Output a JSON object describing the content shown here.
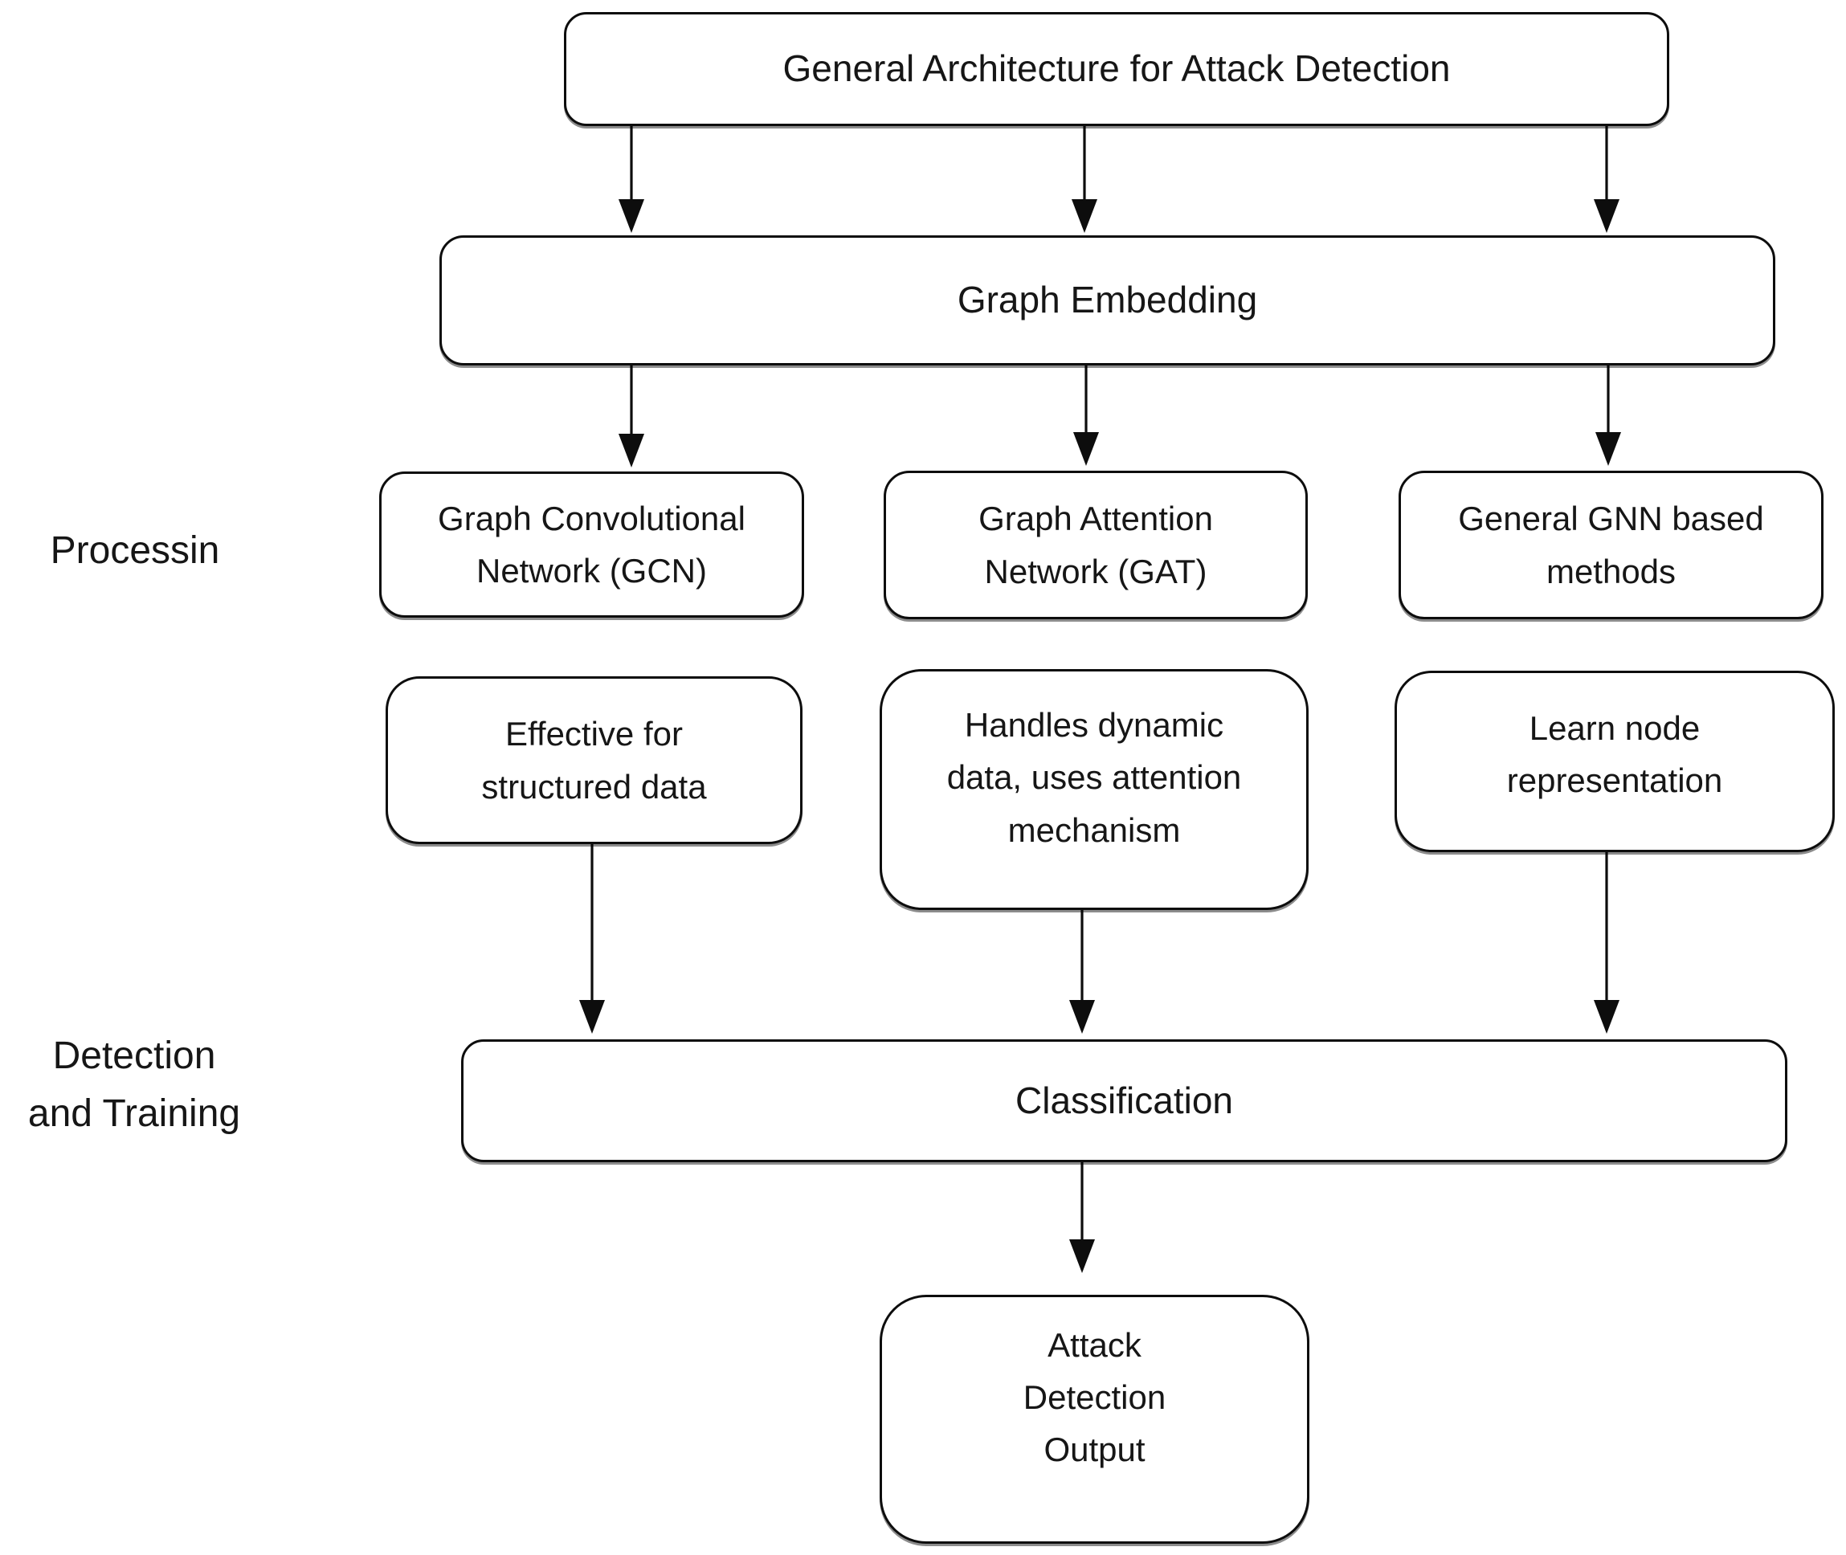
{
  "diagram": {
    "title": "General Architecture for Attack Detection",
    "stage_labels": {
      "processing": "Processin",
      "detection": "Detection\nand Training"
    },
    "nodes": {
      "architecture": "General Architecture for Attack Detection",
      "embedding": "Graph Embedding",
      "gcn": "Graph Convolutional\nNetwork (GCN)",
      "gat": "Graph Attention\nNetwork (GAT)",
      "gnn": "General GNN based\nmethods",
      "gcn_note": "Effective for\nstructured data",
      "gat_note": "Handles dynamic\ndata, uses attention\nmechanism",
      "gnn_note": "Learn node\nrepresentation",
      "classification": "Classification",
      "output": "Attack\nDetection\nOutput"
    },
    "edges": [
      {
        "from": "architecture",
        "to": "embedding",
        "arrows": 3
      },
      {
        "from": "embedding",
        "to": "gcn"
      },
      {
        "from": "embedding",
        "to": "gat"
      },
      {
        "from": "embedding",
        "to": "gnn"
      },
      {
        "from": "gcn_note",
        "to": "classification"
      },
      {
        "from": "gat_note",
        "to": "classification"
      },
      {
        "from": "gnn_note",
        "to": "classification"
      },
      {
        "from": "classification",
        "to": "output"
      }
    ],
    "colors": {
      "background": "#ffffff",
      "stroke": "#0d0d0d",
      "text": "#161616"
    }
  }
}
